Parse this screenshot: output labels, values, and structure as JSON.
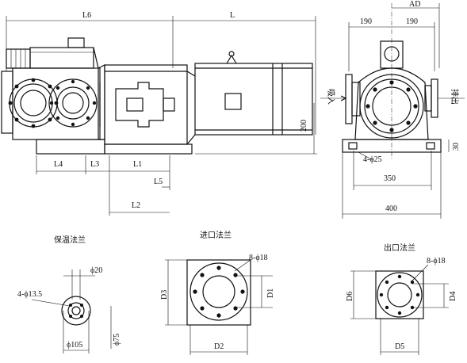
{
  "labels": {
    "L6": "L6",
    "L": "L",
    "AD": "AD",
    "dim190a": "190",
    "dim190b": "190",
    "dim200": "200",
    "dim30": "30",
    "bolts25": "4-ϕ25",
    "dim350": "350",
    "dim400": "400",
    "L4": "L4",
    "L3": "L3",
    "L1": "L1",
    "L5": "L5",
    "L2": "L2",
    "suction": "吸入",
    "discharge": "排出"
  },
  "flanges": {
    "heat": {
      "title": "保温法兰",
      "phi20": "ϕ20",
      "bolts": "4-ϕ13.5",
      "phi75": "ϕ75",
      "phi105": "ϕ105"
    },
    "inlet": {
      "title": "进口法兰",
      "bolts": "8-ϕ18",
      "D3": "D3",
      "D1": "D1",
      "D2": "D2"
    },
    "outlet": {
      "title": "出口法兰",
      "bolts": "8-ϕ18",
      "D6": "D6",
      "D4": "D4",
      "D5": "D5"
    }
  }
}
